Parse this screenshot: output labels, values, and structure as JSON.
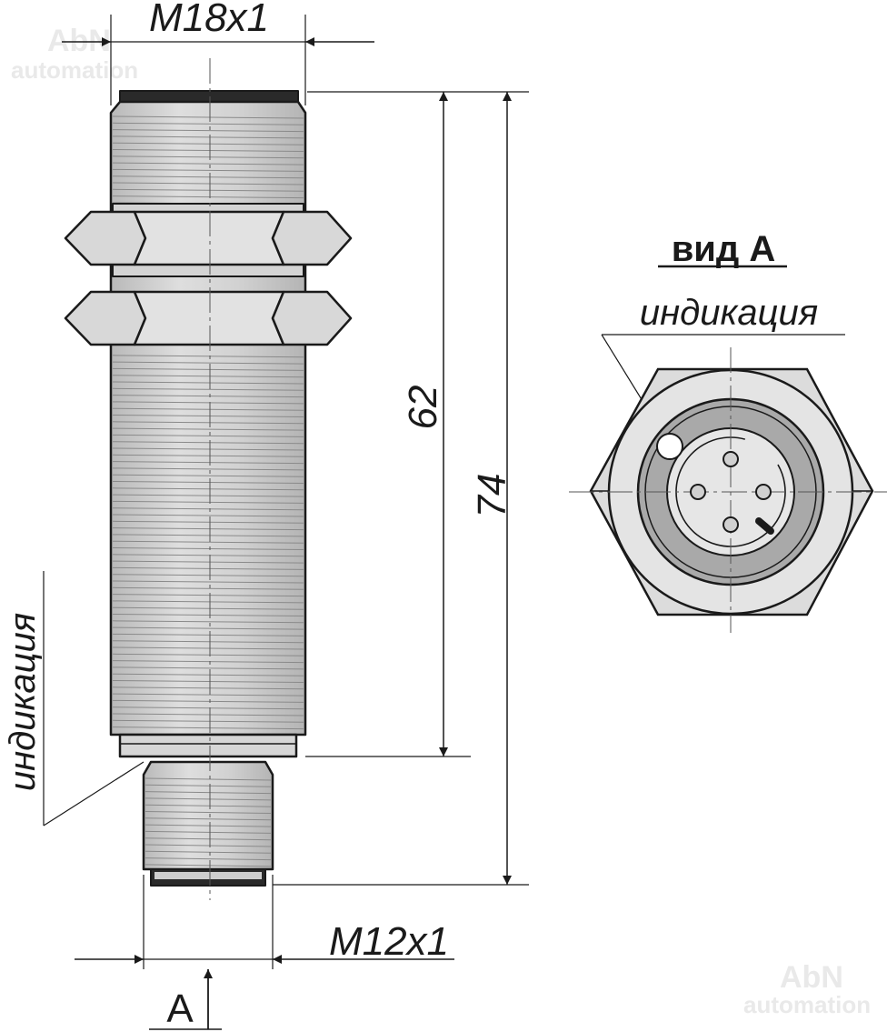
{
  "watermark": {
    "brand": "AbN",
    "tagline": "automation"
  },
  "dimensions": {
    "thread_body": "M18x1",
    "thread_connector": "M12x1",
    "length_body": "62",
    "length_total": "74"
  },
  "labels": {
    "indicator_side": "индикация",
    "indicator_view": "индикация",
    "view_title": "вид А",
    "view_marker": "А"
  },
  "colors": {
    "metal": "#cfcfcf",
    "metal_light": "#e6e6e6",
    "line": "#1a1a1a",
    "ring_dark": "#a8a8a8"
  }
}
